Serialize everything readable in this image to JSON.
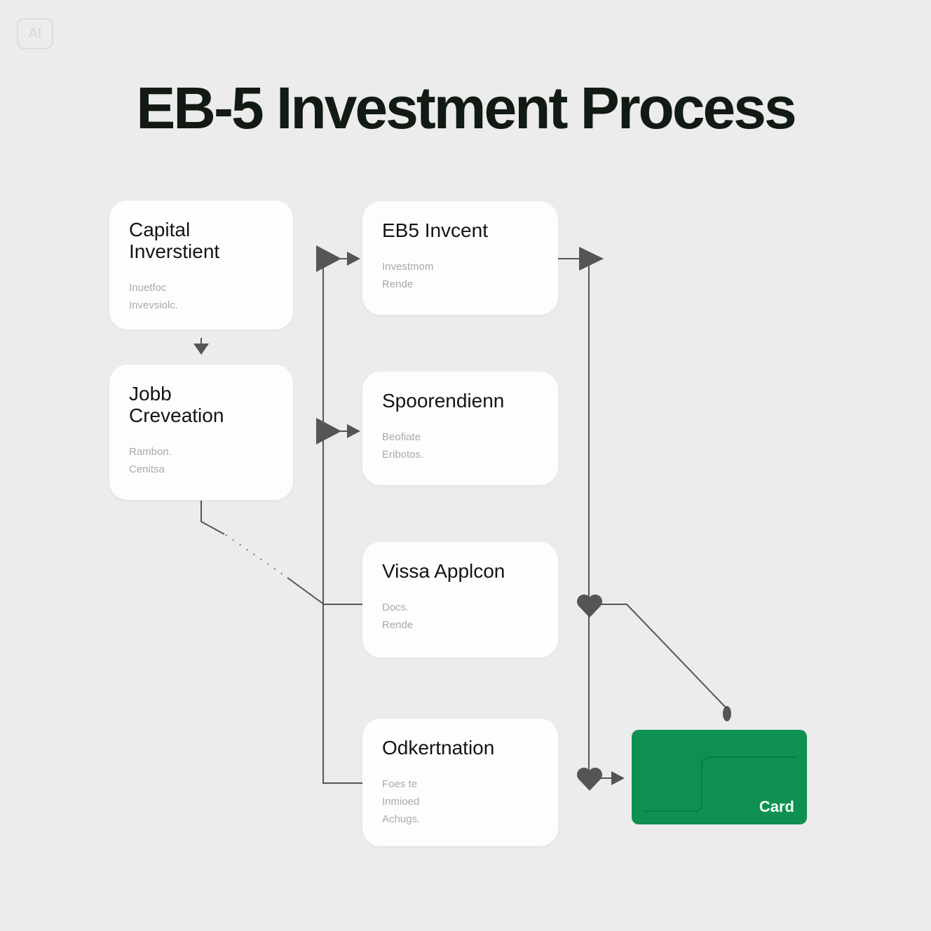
{
  "badge": "AI",
  "title": "EB-5 Investment Process",
  "nodes": [
    {
      "id": "capital",
      "title": "Capital\nInverstient",
      "subtitle": "Inuetfoc\nInvevsiolc."
    },
    {
      "id": "job",
      "title": "Jobb\nCreveation",
      "subtitle": "Rambon.\nCenitsa"
    },
    {
      "id": "eb5",
      "title": "EB5  Invcent",
      "subtitle": "Investmom\nRende"
    },
    {
      "id": "sporen",
      "title": "Spoorendienn",
      "subtitle": "Beofiate\nEribotos."
    },
    {
      "id": "visa",
      "title": "Vissa Applcon",
      "subtitle": "Docs.\nRende"
    },
    {
      "id": "odk",
      "title": "Odkertnation",
      "subtitle": "Foes te\nInmioed\nAchugs."
    }
  ],
  "card": {
    "label": "Card",
    "color": "#0e9150"
  },
  "colors": {
    "connector": "#555555",
    "background": "#ececec"
  }
}
